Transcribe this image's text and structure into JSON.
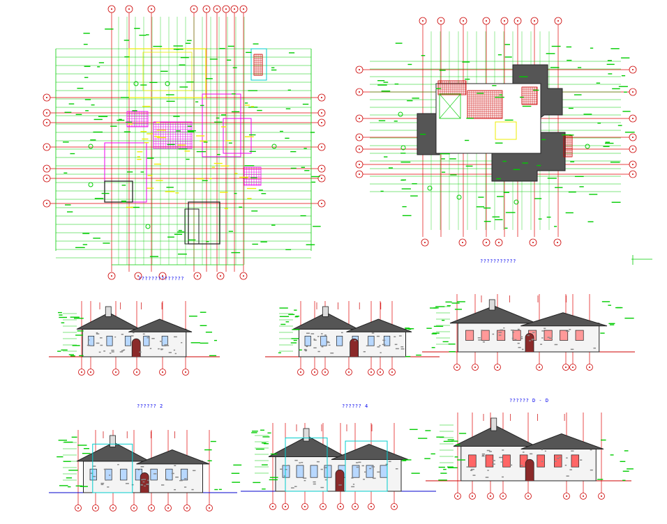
{
  "sheet": {
    "background": "#ffffff",
    "line_colors": {
      "grid_red": "#e00000",
      "dim_green": "#00cc00",
      "bubble_red": "#cc0000",
      "hatch_magenta": "#ee00ee",
      "accent_yellow": "#eeee00",
      "roof_gray": "#555555",
      "wall_black": "#222222",
      "ground_blue": "#0000cc",
      "glass_cyan": "#00cccc"
    }
  },
  "captions": {
    "plan_left": "??????????????",
    "plan_right": "???????????",
    "elev_1": "?????? 2",
    "elev_2": "?????? 4",
    "elev_3": "?????? D - D"
  },
  "drawings": [
    {
      "id": "ground-floor-plan",
      "type": "floor-plan"
    },
    {
      "id": "roof-plan",
      "type": "roof-plan"
    },
    {
      "id": "elevation-top-left",
      "type": "elevation"
    },
    {
      "id": "elevation-top-middle",
      "type": "elevation"
    },
    {
      "id": "elevation-top-right",
      "type": "elevation"
    },
    {
      "id": "elevation-bottom-left",
      "type": "elevation"
    },
    {
      "id": "elevation-bottom-middle",
      "type": "elevation"
    },
    {
      "id": "section-bottom-right",
      "type": "section"
    }
  ]
}
